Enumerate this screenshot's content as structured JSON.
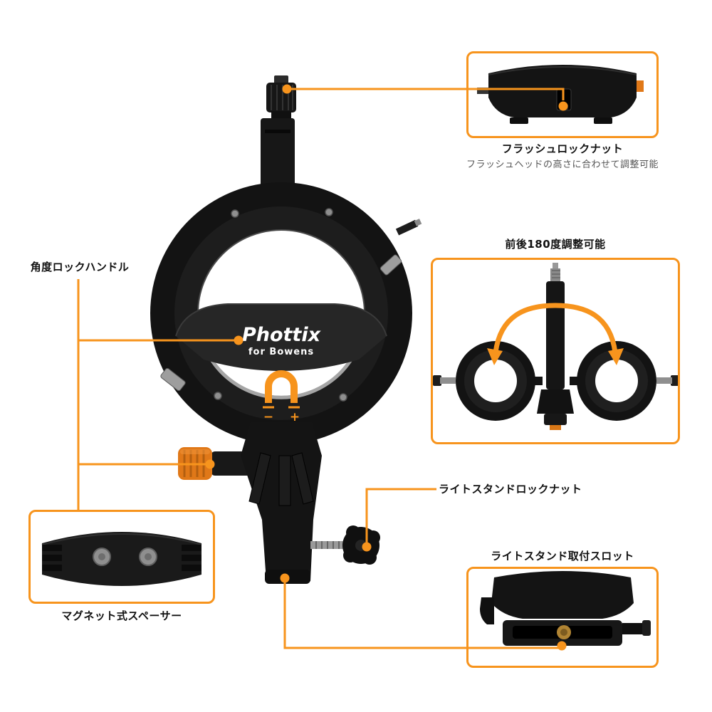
{
  "colors": {
    "accent": "#F7941D",
    "product_black": "#141414",
    "knob_orange": "#E07818"
  },
  "product": {
    "brand": "Phottix",
    "brand_sub": "for Bowens",
    "magnet_minus": "−",
    "magnet_plus": "+"
  },
  "callouts": {
    "flash_lock_nut": {
      "title": "フラッシュロックナット",
      "subtitle": "フラッシュヘッドの高さに合わせて調整可能"
    },
    "rotation_180": {
      "title": "前後180度調整可能"
    },
    "angle_lock_handle": {
      "title": "角度ロックハンドル"
    },
    "magnet_spacer": {
      "title": "マグネット式スペーサー"
    },
    "light_stand_lock_nut": {
      "title": "ライトスタンドロックナット"
    },
    "light_stand_slot": {
      "title": "ライトスタンド取付スロット"
    }
  }
}
